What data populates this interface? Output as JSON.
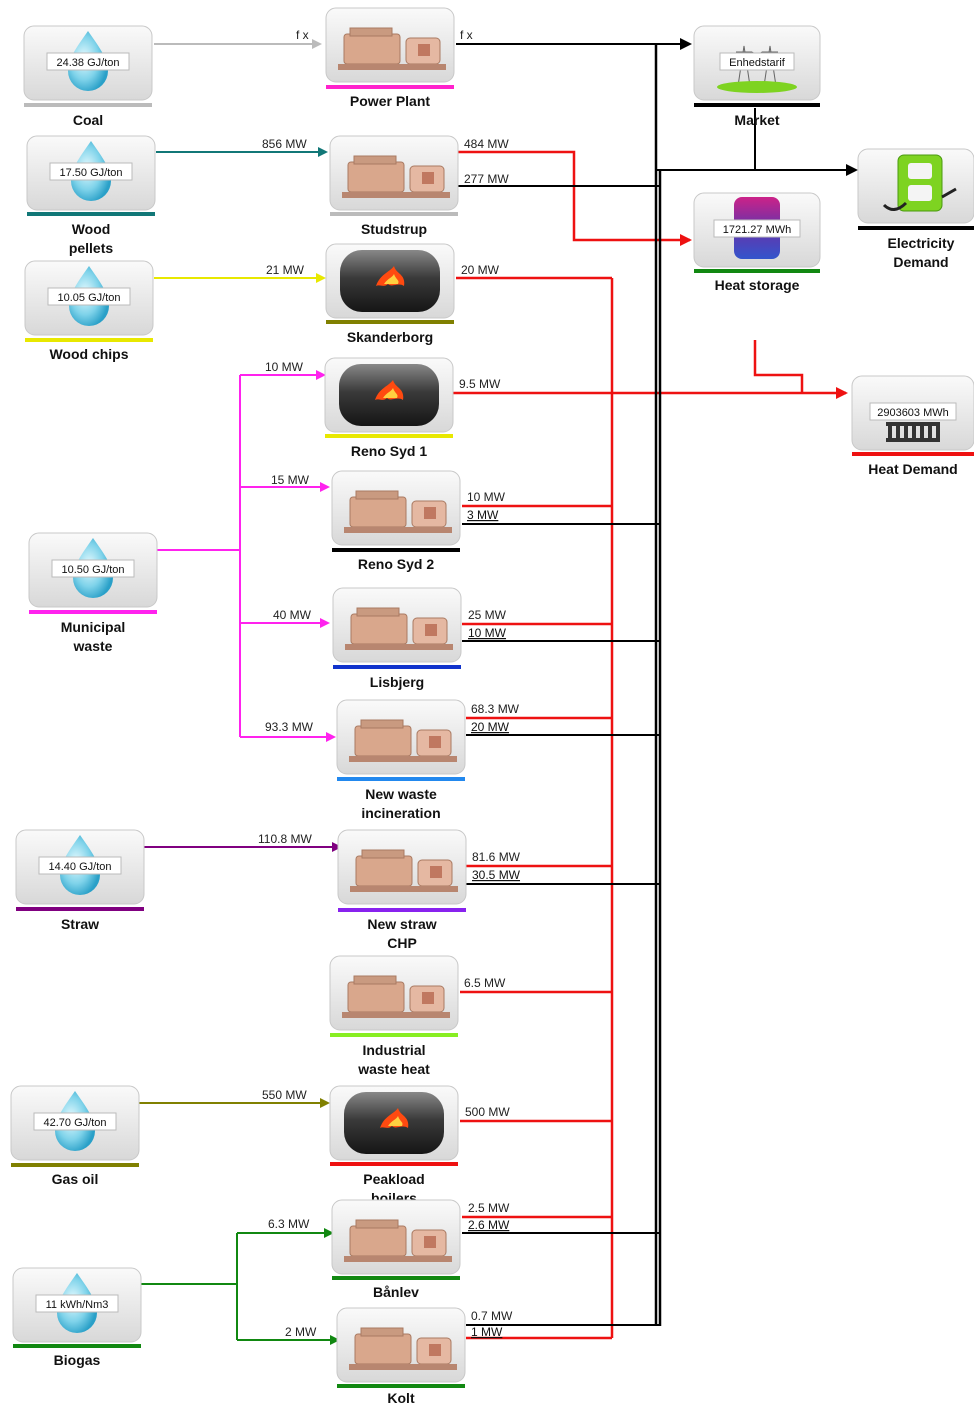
{
  "colors": {
    "electricity": "#000000",
    "heat": "#ee1111",
    "coal": "#bbbbbb",
    "wood_pellets": "#117777",
    "wood_chips": "#e8e800",
    "municipal_waste": "#ff22ee",
    "straw": "#800080",
    "gas_oil": "#808000",
    "biogas": "#118811"
  },
  "fuels": [
    {
      "id": "coal",
      "name": "Coal",
      "value": "24.38 GJ/ton",
      "color": "#bbbbbb"
    },
    {
      "id": "wood-pellets",
      "name": "Wood pellets",
      "value": "17.50 GJ/ton",
      "color": "#117777"
    },
    {
      "id": "wood-chips",
      "name": "Wood chips",
      "value": "10.05 GJ/ton",
      "color": "#e8e800"
    },
    {
      "id": "municipal-waste",
      "name": "Municipal waste",
      "value": "10.50 GJ/ton",
      "color": "#ff22ee"
    },
    {
      "id": "straw",
      "name": "Straw",
      "value": "14.40 GJ/ton",
      "color": "#800080"
    },
    {
      "id": "gas-oil",
      "name": "Gas oil",
      "value": "42.70 GJ/ton",
      "color": "#808000"
    },
    {
      "id": "biogas",
      "name": "Biogas",
      "value": "11 kWh/Nm3",
      "color": "#118811"
    }
  ],
  "plants": [
    {
      "id": "power-plant",
      "name": "Power Plant",
      "kind": "engine",
      "bar": "#ff22cc"
    },
    {
      "id": "studstrup",
      "name": "Studstrup",
      "kind": "engine",
      "bar": "#bbbbbb"
    },
    {
      "id": "skanderborg",
      "name": "Skanderborg",
      "kind": "boiler",
      "bar": "#808000"
    },
    {
      "id": "reno-syd-1",
      "name": "Reno Syd 1",
      "kind": "boiler",
      "bar": "#e8e800"
    },
    {
      "id": "reno-syd-2",
      "name": "Reno Syd 2",
      "kind": "engine",
      "bar": "#000000"
    },
    {
      "id": "lisbjerg",
      "name": "Lisbjerg",
      "kind": "engine",
      "bar": "#1133cc"
    },
    {
      "id": "new-waste-incineration",
      "name": "New waste incineration",
      "kind": "engine",
      "bar": "#2288ee"
    },
    {
      "id": "new-straw-chp",
      "name": "New straw CHP",
      "kind": "engine",
      "bar": "#8822ee"
    },
    {
      "id": "industrial-waste-heat",
      "name": "Industrial waste heat",
      "kind": "engine",
      "bar": "#88ee22"
    },
    {
      "id": "peakload-boilers",
      "name": "Peakload boilers",
      "kind": "boiler",
      "bar": "#ee1111"
    },
    {
      "id": "banlev",
      "name": "Bånlev",
      "kind": "engine",
      "bar": "#118811"
    },
    {
      "id": "kolt",
      "name": "Kolt",
      "kind": "engine",
      "bar": "#118811"
    }
  ],
  "targets": {
    "market": {
      "name": "Market",
      "value": "Enhedstarif"
    },
    "heat_storage": {
      "name": "Heat storage",
      "value": "1721.27 MWh"
    },
    "electricity_demand": {
      "name": "Electricity Demand"
    },
    "heat_demand": {
      "name": "Heat Demand",
      "value": "2903603 MWh"
    }
  },
  "inputs": [
    {
      "id": "coal-power-plant",
      "label": "f x"
    },
    {
      "id": "pellets-studstrup",
      "label": "856 MW"
    },
    {
      "id": "chips-skanderborg",
      "label": "21 MW"
    },
    {
      "id": "waste-reno1",
      "label": "10 MW"
    },
    {
      "id": "waste-reno2",
      "label": "15 MW"
    },
    {
      "id": "waste-lisbjerg",
      "label": "40 MW"
    },
    {
      "id": "waste-newwaste",
      "label": "93.3 MW"
    },
    {
      "id": "straw-newstraw",
      "label": "110.8 MW"
    },
    {
      "id": "gasoil-peakload",
      "label": "550 MW"
    },
    {
      "id": "biogas-banlev",
      "label": "6.3 MW"
    },
    {
      "id": "biogas-kolt",
      "label": "2 MW"
    }
  ],
  "outputs": [
    {
      "id": "power-plant-el",
      "label": "f x"
    },
    {
      "id": "studstrup-heat",
      "label": "484 MW"
    },
    {
      "id": "studstrup-el",
      "label": "277 MW"
    },
    {
      "id": "skanderborg-heat",
      "label": "20 MW"
    },
    {
      "id": "reno1-heat",
      "label": "9.5 MW"
    },
    {
      "id": "reno2-heat",
      "label": "10 MW"
    },
    {
      "id": "reno2-el",
      "label": "3 MW"
    },
    {
      "id": "lisbjerg-heat",
      "label": "25 MW"
    },
    {
      "id": "lisbjerg-el",
      "label": "10 MW"
    },
    {
      "id": "newwaste-heat",
      "label": "68.3 MW"
    },
    {
      "id": "newwaste-el",
      "label": "20 MW"
    },
    {
      "id": "newstraw-heat",
      "label": "81.6 MW"
    },
    {
      "id": "newstraw-el",
      "label": "30.5 MW"
    },
    {
      "id": "industrial-heat",
      "label": "6.5 MW"
    },
    {
      "id": "peakload-heat",
      "label": "500 MW"
    },
    {
      "id": "banlev-heat",
      "label": "2.5 MW"
    },
    {
      "id": "banlev-el",
      "label": "2.6 MW"
    },
    {
      "id": "kolt-el",
      "label": "0.7 MW"
    },
    {
      "id": "kolt-heat",
      "label": "1 MW"
    }
  ]
}
